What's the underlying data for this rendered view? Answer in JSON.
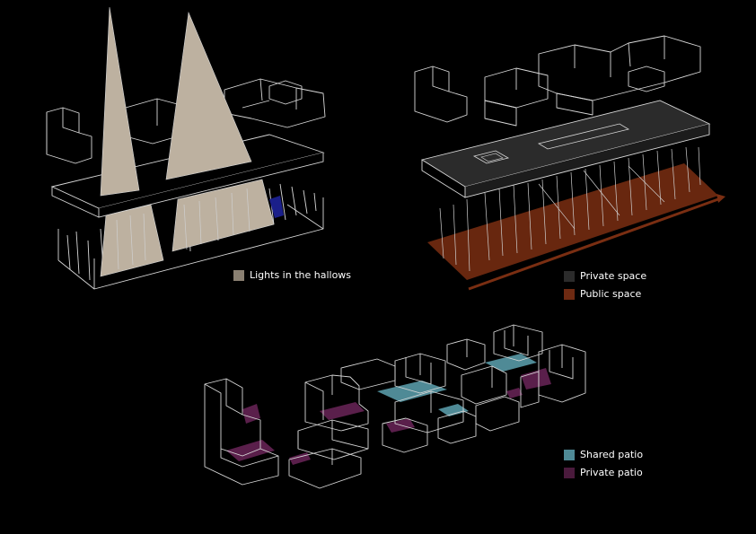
{
  "colors": {
    "lights": "#8a8072",
    "light_wedge": "#bdb1a0",
    "private_space": "#2b2b2b",
    "public_space": "#7a2e12",
    "shared_patio": "#4f8a96",
    "private_patio": "#5a1f4b",
    "outline": "#d8d8d8",
    "accent_blue": "#1a1f8a"
  },
  "legends": {
    "lights": {
      "items": [
        {
          "label": "Lights in the hallows",
          "color": "#8a8072"
        }
      ]
    },
    "space": {
      "items": [
        {
          "label": "Private space",
          "color": "#2b2b2b"
        },
        {
          "label": "Public space",
          "color": "#6e2a12"
        }
      ]
    },
    "patio": {
      "items": [
        {
          "label": "Shared patio",
          "color": "#4f8a96"
        },
        {
          "label": "Private patio",
          "color": "#4a1a3c"
        }
      ]
    }
  }
}
